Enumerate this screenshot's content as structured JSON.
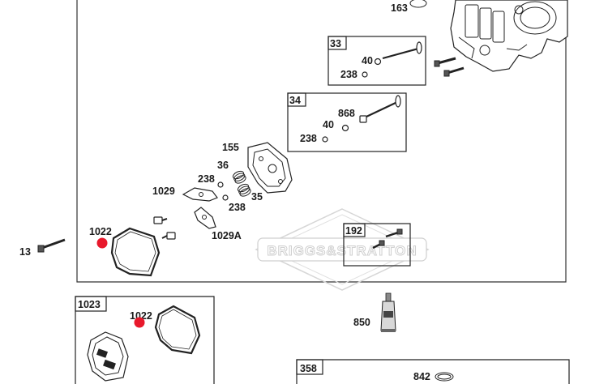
{
  "labels": {
    "p163": "163",
    "p33": "33",
    "p40a": "40",
    "p238a": "238",
    "p34": "34",
    "p868": "868",
    "p40b": "40",
    "p238b": "238",
    "p155": "155",
    "p36": "36",
    "p238c": "238",
    "p1029": "1029",
    "p35": "35",
    "p238d": "238",
    "p1022a": "1022",
    "p13": "13",
    "p1029a": "1029A",
    "p192": "192",
    "p1023": "1023",
    "p1022b": "1022",
    "p850": "850",
    "p358": "358",
    "p842": "842"
  },
  "watermark": "BRIGGS&STRATTON",
  "colors": {
    "marker": "#e8192c",
    "line": "#222222",
    "watermark": "#cfcfcf"
  }
}
